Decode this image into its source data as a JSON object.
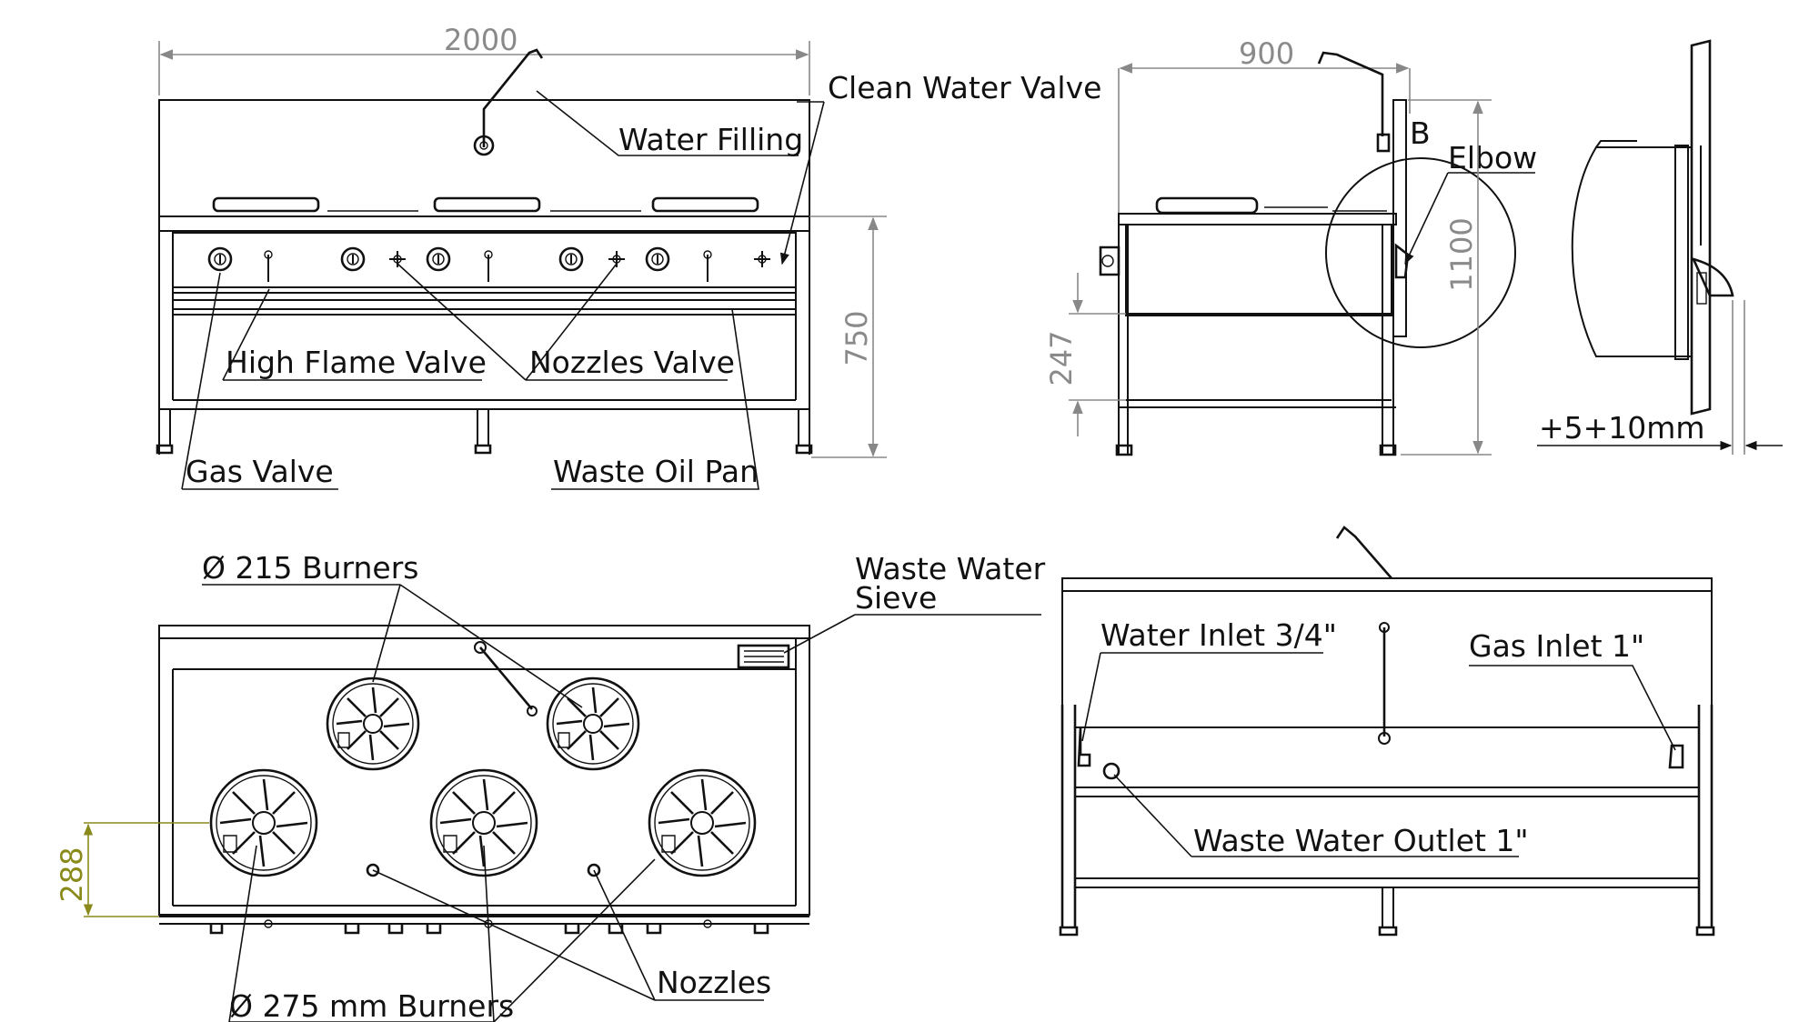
{
  "dimensions": {
    "width": "2000",
    "depth": "900",
    "height": "750",
    "back_height": "1100",
    "shelf": "247",
    "burner_offset": "288",
    "tolerance": "+5+10mm"
  },
  "labels": {
    "clean_water_valve": "Clean Water Valve",
    "water_filling": "Water Filling",
    "elbow": "Elbow",
    "detail_b": "B",
    "high_flame_valve": "High Flame Valve",
    "nozzles_valve": "Nozzles Valve",
    "gas_valve": "Gas Valve",
    "waste_oil_pan": "Waste Oil Pan",
    "burners_215": "Ø 215 Burners",
    "waste_water_sieve_1": "Waste Water",
    "waste_water_sieve_2": "Sieve",
    "burners_275": "Ø 275 mm Burners",
    "nozzles": "Nozzles",
    "water_inlet": "Water Inlet 3/4\"",
    "gas_inlet": "Gas Inlet 1\"",
    "waste_water_outlet": "Waste Water Outlet 1\""
  },
  "colors": {
    "line": "#111111",
    "dimension": "#8a8a8a",
    "olive_dimension": "#8a8a1a"
  }
}
